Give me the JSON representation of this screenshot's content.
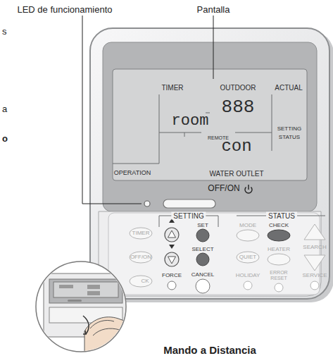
{
  "diagram": {
    "caption": "Mando a Distancia",
    "labels": [
      "LED de funcionamiento",
      "Pantalla",
      "s",
      "a",
      "o",
      "TIMER",
      "OUTDOOR",
      "ACTUAL",
      "888",
      "room",
      "REMOTE",
      "SETTING",
      "STATUS",
      "con",
      "OPERATION",
      "WATER OUTLET",
      "OFF/ON",
      "SETTING",
      "STATUS",
      "TIMER",
      "SET",
      "MODE",
      "CHECK",
      "SEARCH",
      "OFF/ON",
      "SELECT",
      "QUIET",
      "HEATER",
      "CK",
      "FORCE",
      "CANCEL",
      "HOLIDAY",
      "ERROR RESET",
      "SERVICE"
    ]
  }
}
